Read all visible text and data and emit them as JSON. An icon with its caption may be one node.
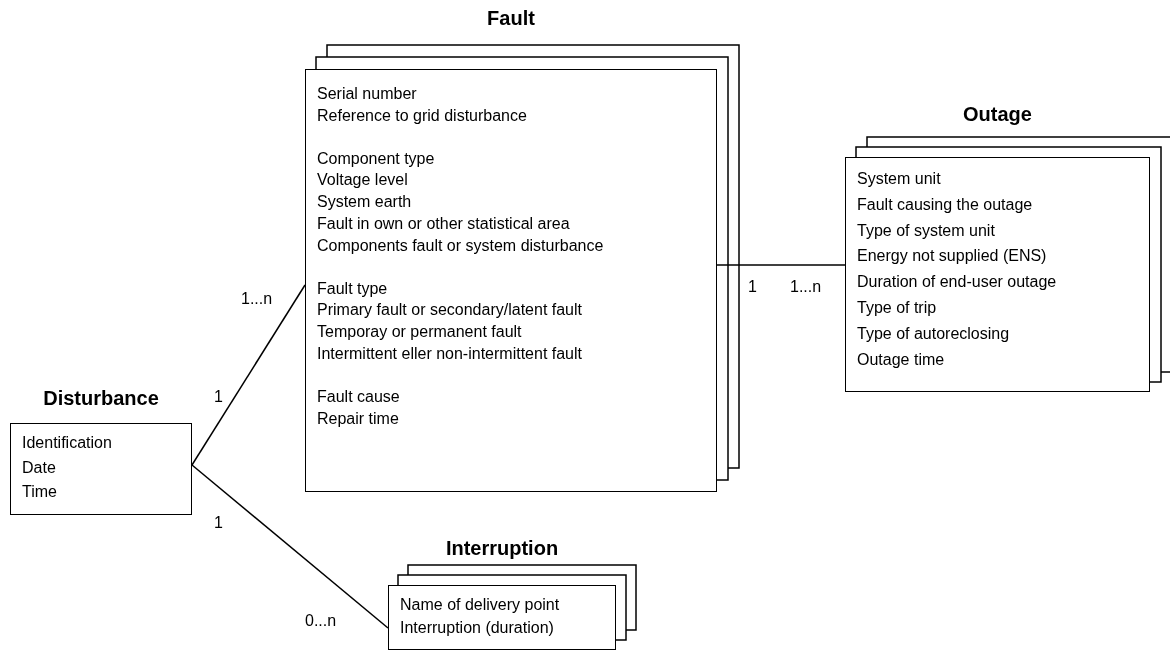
{
  "diagram": {
    "nodes": [
      {
        "text": [
          "Disturbance",
          "Identification",
          "Date",
          "Time"
        ]
      },
      {
        "text": [
          "Fault",
          "Serial number",
          "Reference to grid disturbance",
          "Component type",
          "Voltage level",
          "System earth",
          "Fault in own or other statistical area",
          "Components fault or system disturbance",
          "Fault type",
          "Primary fault or secondary/latent fault",
          "Temporay or permanent fault",
          "Intermittent eller non-intermittent fault",
          "Fault cause",
          "Repair time"
        ]
      },
      {
        "text": [
          "Outage",
          "System unit",
          "Fault causing the outage",
          "Type of system unit",
          "Energy not supplied (ENS)",
          "Duration of end-user outage",
          "Type of trip",
          "Type of autoreclosing",
          "Outage time"
        ]
      },
      {
        "text": [
          "Interruption",
          "Name of delivery point",
          "Interruption (duration)"
        ]
      }
    ],
    "edges": [
      {
        "from": 0,
        "to": 1,
        "arrow": "none"
      },
      {
        "from": 0,
        "to": 3,
        "arrow": "none"
      },
      {
        "from": 1,
        "to": 2,
        "arrow": "none"
      }
    ],
    "labels": [
      "1...n",
      "1",
      "1",
      "1",
      "1...n",
      "0...n"
    ]
  }
}
